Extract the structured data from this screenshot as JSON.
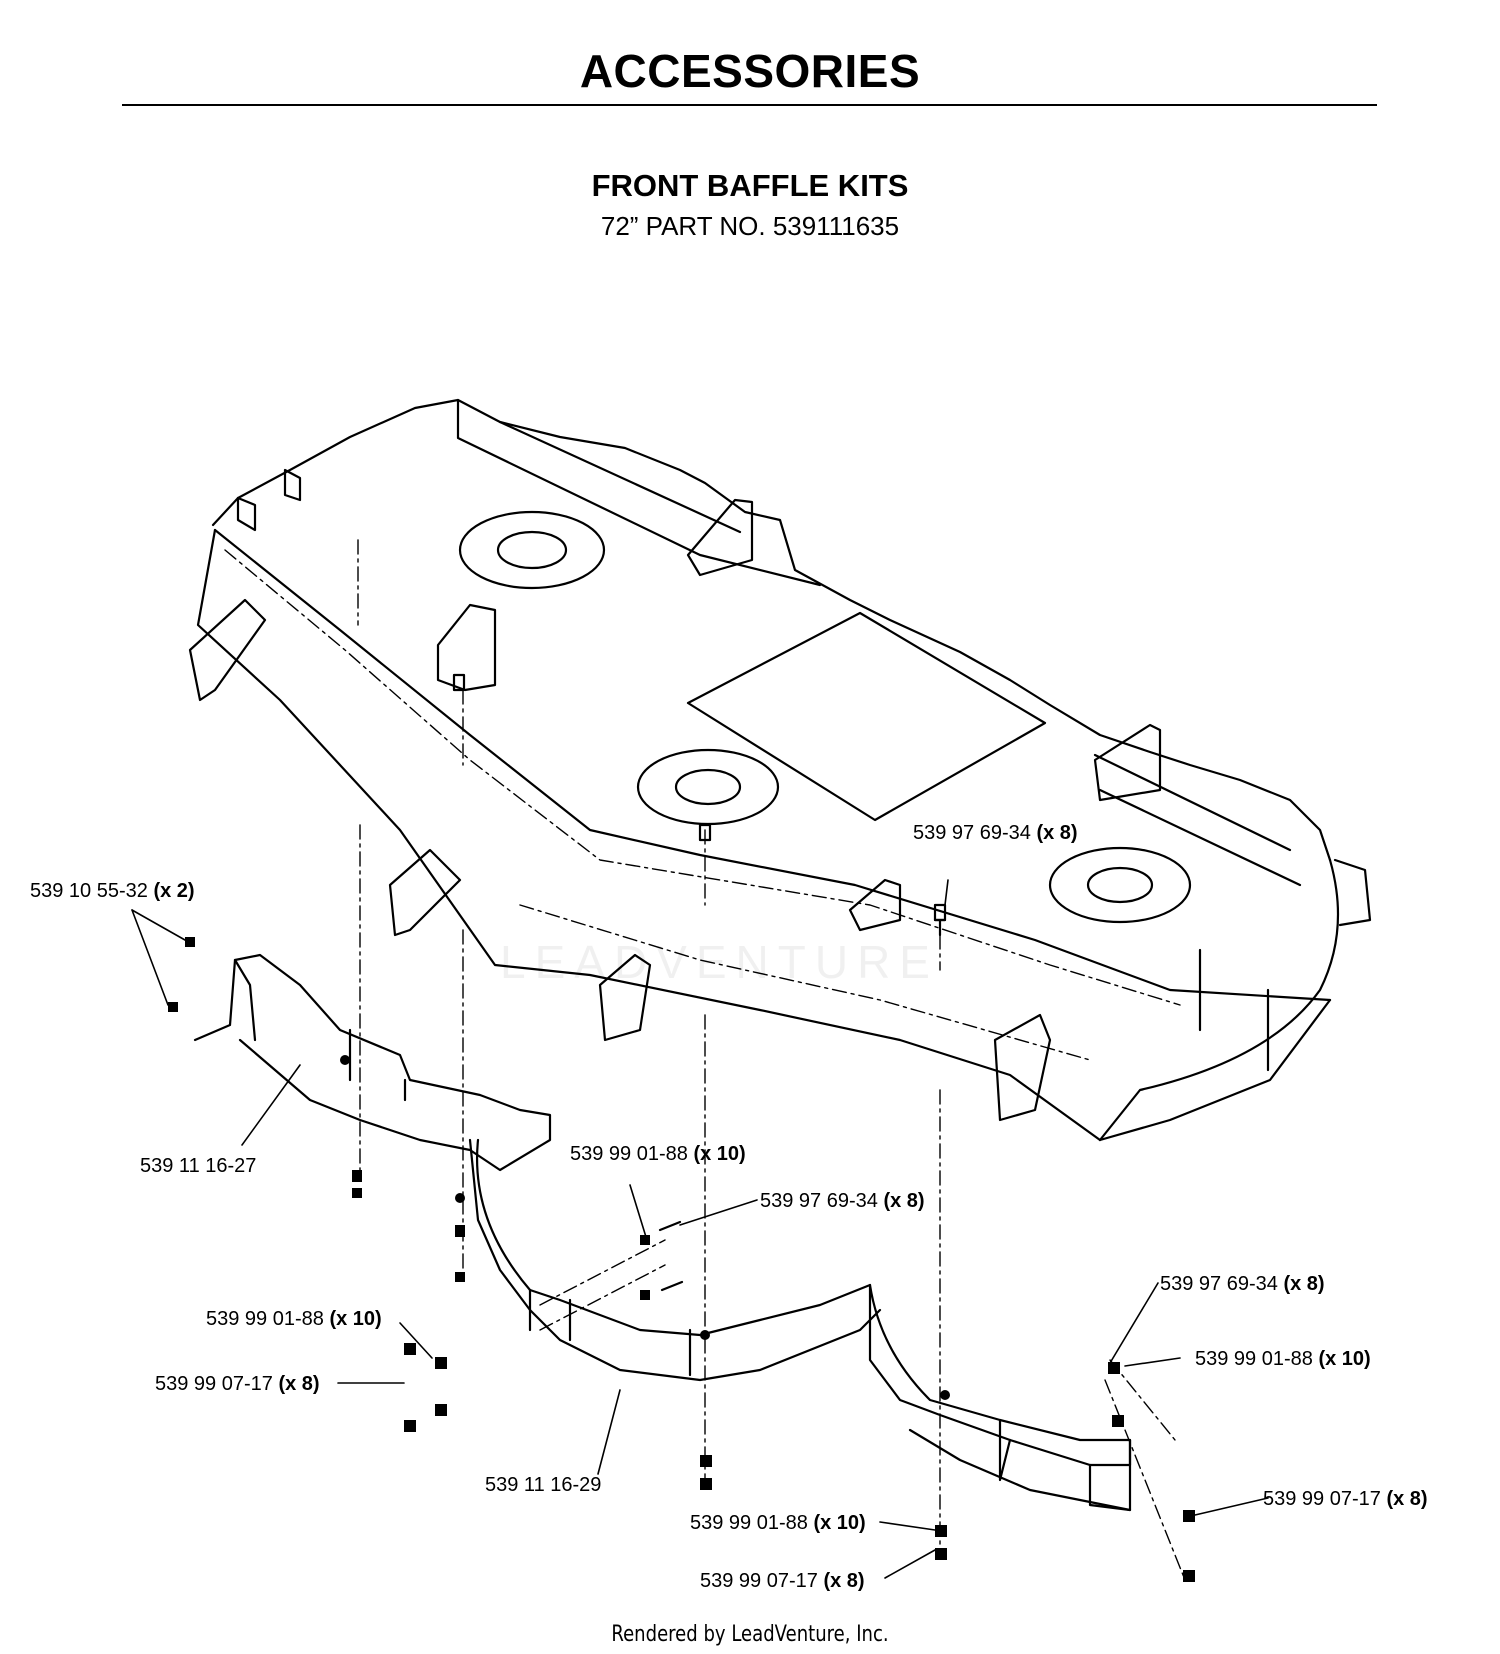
{
  "header": {
    "title": "ACCESSORIES",
    "kit_title": "FRONT BAFFLE KITS",
    "kit_part": "72” PART NO. 539111635"
  },
  "callouts": [
    {
      "part": "539 10 55-32",
      "qty": "(x 2)"
    },
    {
      "part": "539 11 16-27",
      "qty": ""
    },
    {
      "part": "539 97 69-34",
      "qty": "(x 8)"
    },
    {
      "part": "539 99 01-88",
      "qty": "(x 10)"
    },
    {
      "part": "539 97 69-34",
      "qty": "(x 8)"
    },
    {
      "part": "539 99 01-88",
      "qty": "(x 10)"
    },
    {
      "part": "539 99 07-17",
      "qty": "(x 8)"
    },
    {
      "part": "539 11 16-29",
      "qty": ""
    },
    {
      "part": "539 97 69-34",
      "qty": "(x 8)"
    },
    {
      "part": "539 99 01-88",
      "qty": "(x 10)"
    },
    {
      "part": "539 99 07-17",
      "qty": "(x 8)"
    },
    {
      "part": "539 99 01-88",
      "qty": "(x 10)"
    },
    {
      "part": "539 99 07-17",
      "qty": "(x 8)"
    }
  ],
  "watermark": "LEADVENTURE",
  "footer": "Rendered by LeadVenture, Inc."
}
